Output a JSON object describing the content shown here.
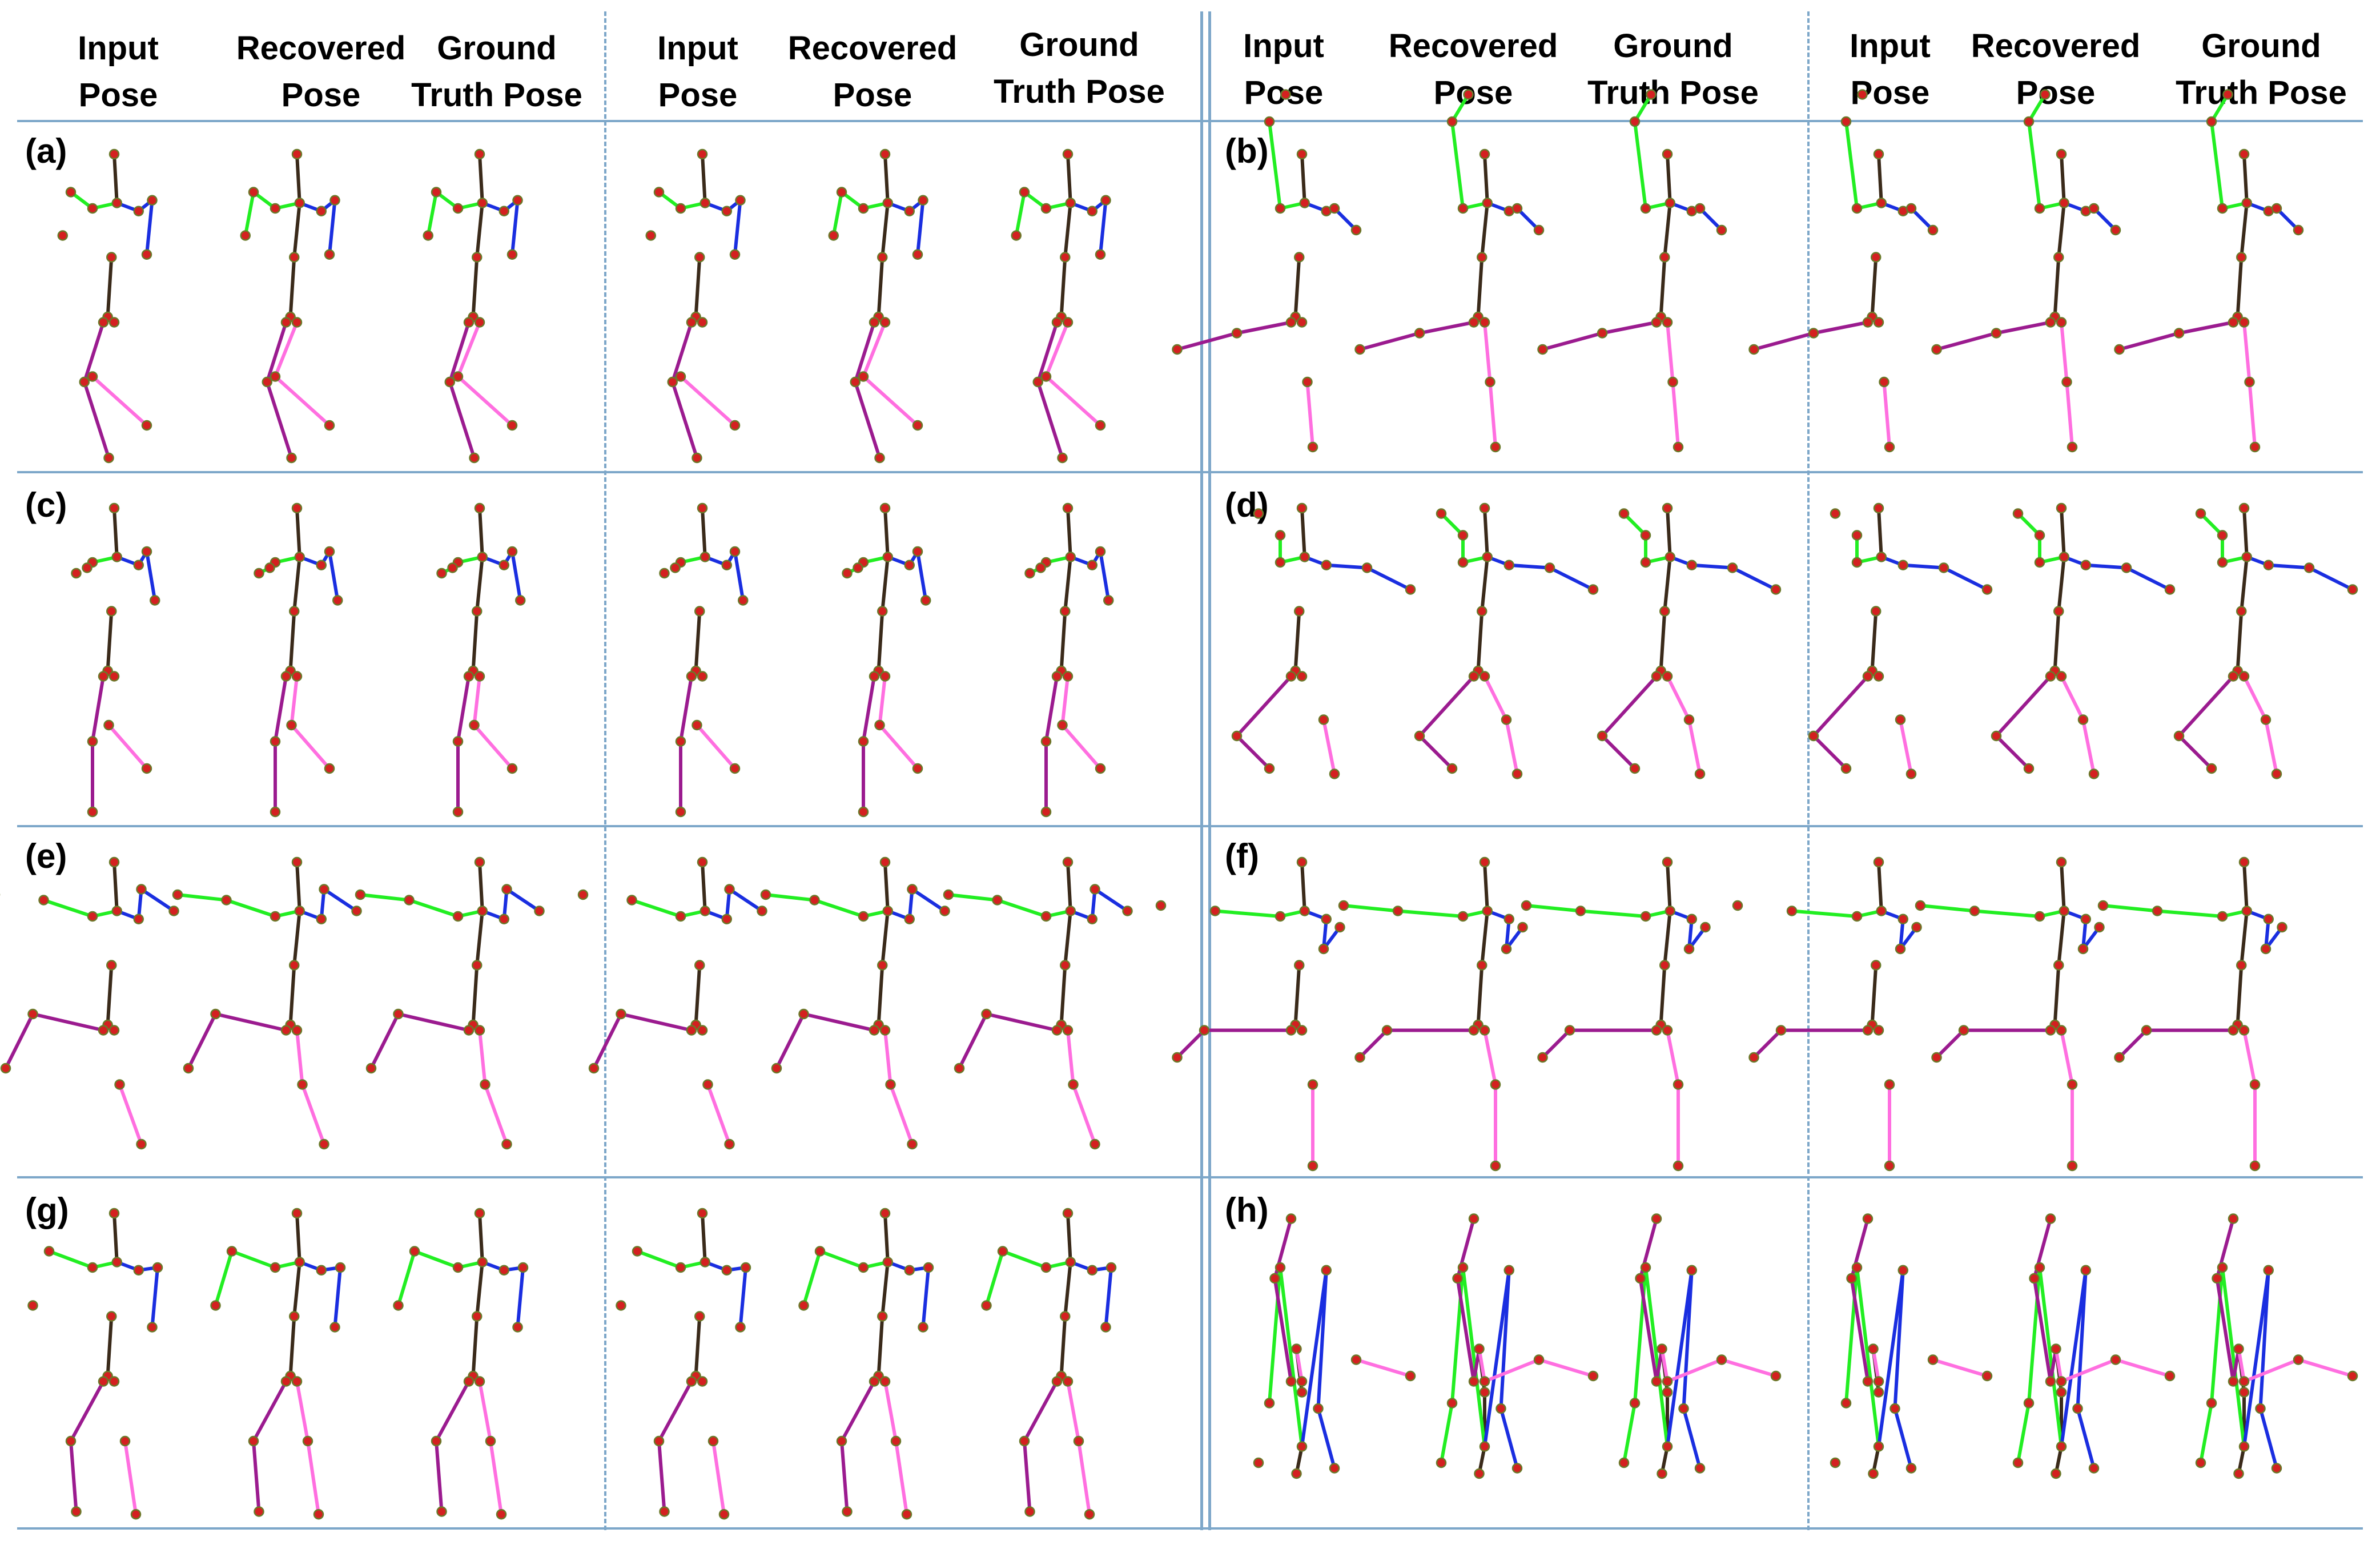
{
  "headers": [
    {
      "line1": "Input",
      "line2": "Pose"
    },
    {
      "line1": "Recovered",
      "line2": "Pose"
    },
    {
      "line1": "Ground",
      "line2": "Truth  Pose"
    },
    {
      "line1": "Input",
      "line2": "Pose"
    },
    {
      "line1": "Recovered",
      "line2": "Pose"
    },
    {
      "line1": "Ground",
      "line2": "Truth  Pose"
    },
    {
      "line1": "Input",
      "line2": "Pose"
    },
    {
      "line1": "Recovered",
      "line2": "Pose"
    },
    {
      "line1": "Ground",
      "line2": "Truth  Pose"
    },
    {
      "line1": "Input",
      "line2": "Pose"
    },
    {
      "line1": "Recovered",
      "line2": "Pose"
    },
    {
      "line1": "Ground",
      "line2": "Truth  Pose"
    }
  ],
  "panel_labels": [
    "(a)",
    "(b)",
    "(c)",
    "(d)",
    "(e)",
    "(f)",
    "(g)",
    "(h)"
  ],
  "colors": {
    "left_arm": "#22ee22",
    "right_arm": "#1a2ee0",
    "spine": "#3a2a1a",
    "leg_a": "#9b1b8f",
    "leg_b": "#ff6fe0",
    "joint_fill": "#d42020",
    "joint_ring": "#6a7a2a",
    "divider": "#7da7c9"
  }
}
